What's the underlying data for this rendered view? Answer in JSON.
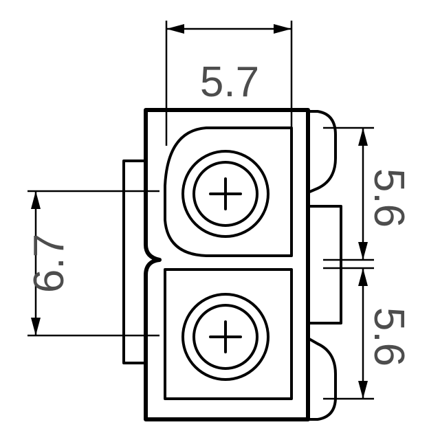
{
  "dimensions": {
    "top_width": "5.7",
    "left_height": "6.7",
    "right_upper": "5.6",
    "right_lower": "5.6"
  },
  "colors": {
    "line": "#000000",
    "text": "#4d4d4d",
    "background": "#ffffff"
  },
  "icons": [
    "screw-terminal-icon",
    "screw-terminal-icon"
  ]
}
